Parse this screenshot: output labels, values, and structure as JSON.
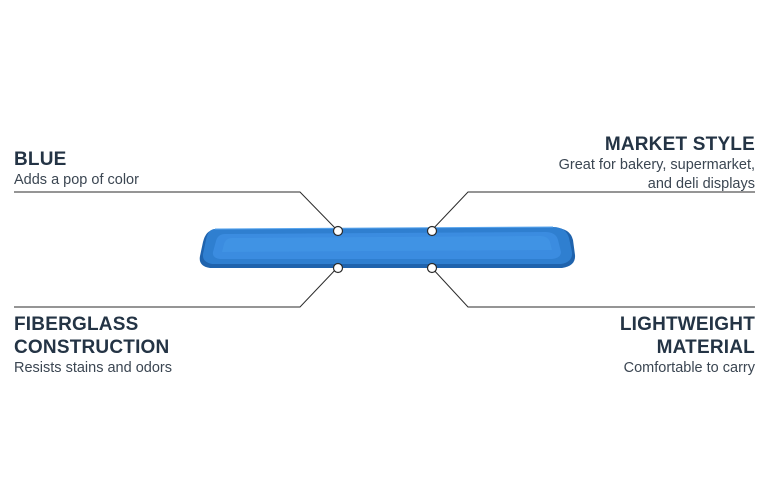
{
  "features": {
    "blue": {
      "title": "BLUE",
      "description": "Adds a pop of color"
    },
    "market_style": {
      "title": "MARKET STYLE",
      "description_line1": "Great for bakery, supermarket,",
      "description_line2": "and deli displays"
    },
    "fiberglass": {
      "title_line1": "FIBERGLASS",
      "title_line2": "CONSTRUCTION",
      "description": "Resists stains and odors"
    },
    "lightweight": {
      "title_line1": "LIGHTWEIGHT",
      "title_line2": "MATERIAL",
      "description": "Comfortable to carry"
    }
  },
  "colors": {
    "tray_main": "#2f7fd0",
    "tray_inner": "#3b8ce0",
    "tray_rim": "#1f63ad",
    "text_dark": "#243445",
    "callout_line": "#2b2b2b"
  }
}
